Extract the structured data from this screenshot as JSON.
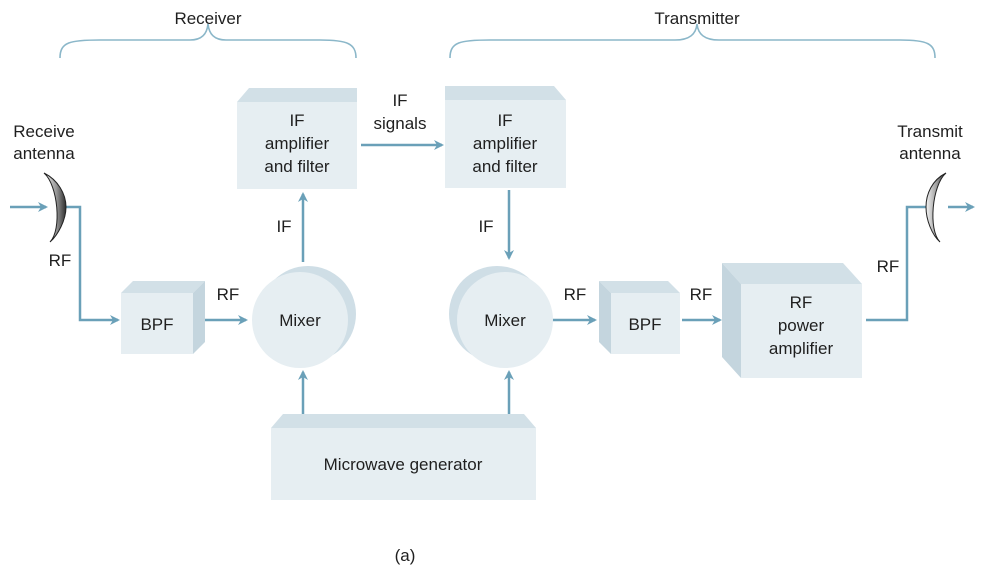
{
  "braces": {
    "receiver": "Receiver",
    "transmitter": "Transmitter"
  },
  "antennas": {
    "receive_line1": "Receive",
    "receive_line2": "antenna",
    "transmit_line1": "Transmit",
    "transmit_line2": "antenna"
  },
  "blocks": {
    "bpf_rx": "BPF",
    "mixer_rx": "Mixer",
    "if_rx": [
      "IF",
      "amplifier",
      "and filter"
    ],
    "if_tx": [
      "IF",
      "amplifier",
      "and filter"
    ],
    "mixer_tx": "Mixer",
    "bpf_tx": "BPF",
    "power_amp": [
      "RF",
      "power",
      "amplifier"
    ],
    "generator": "Microwave generator"
  },
  "signals": {
    "rf_rx_antenna": "RF",
    "rf_rx_bpf": "RF",
    "if_rx_up": "IF",
    "if_signals_line1": "IF",
    "if_signals_line2": "signals",
    "if_tx_down": "IF",
    "rf_tx_mixer": "RF",
    "rf_tx_bpf": "RF",
    "rf_tx_antenna": "RF"
  },
  "caption": "(a)",
  "colors": {
    "wire": "#6aa0b8",
    "block_face": "#e6eef2",
    "block_shade": "#c4d5de",
    "text": "#1f1f1f"
  }
}
